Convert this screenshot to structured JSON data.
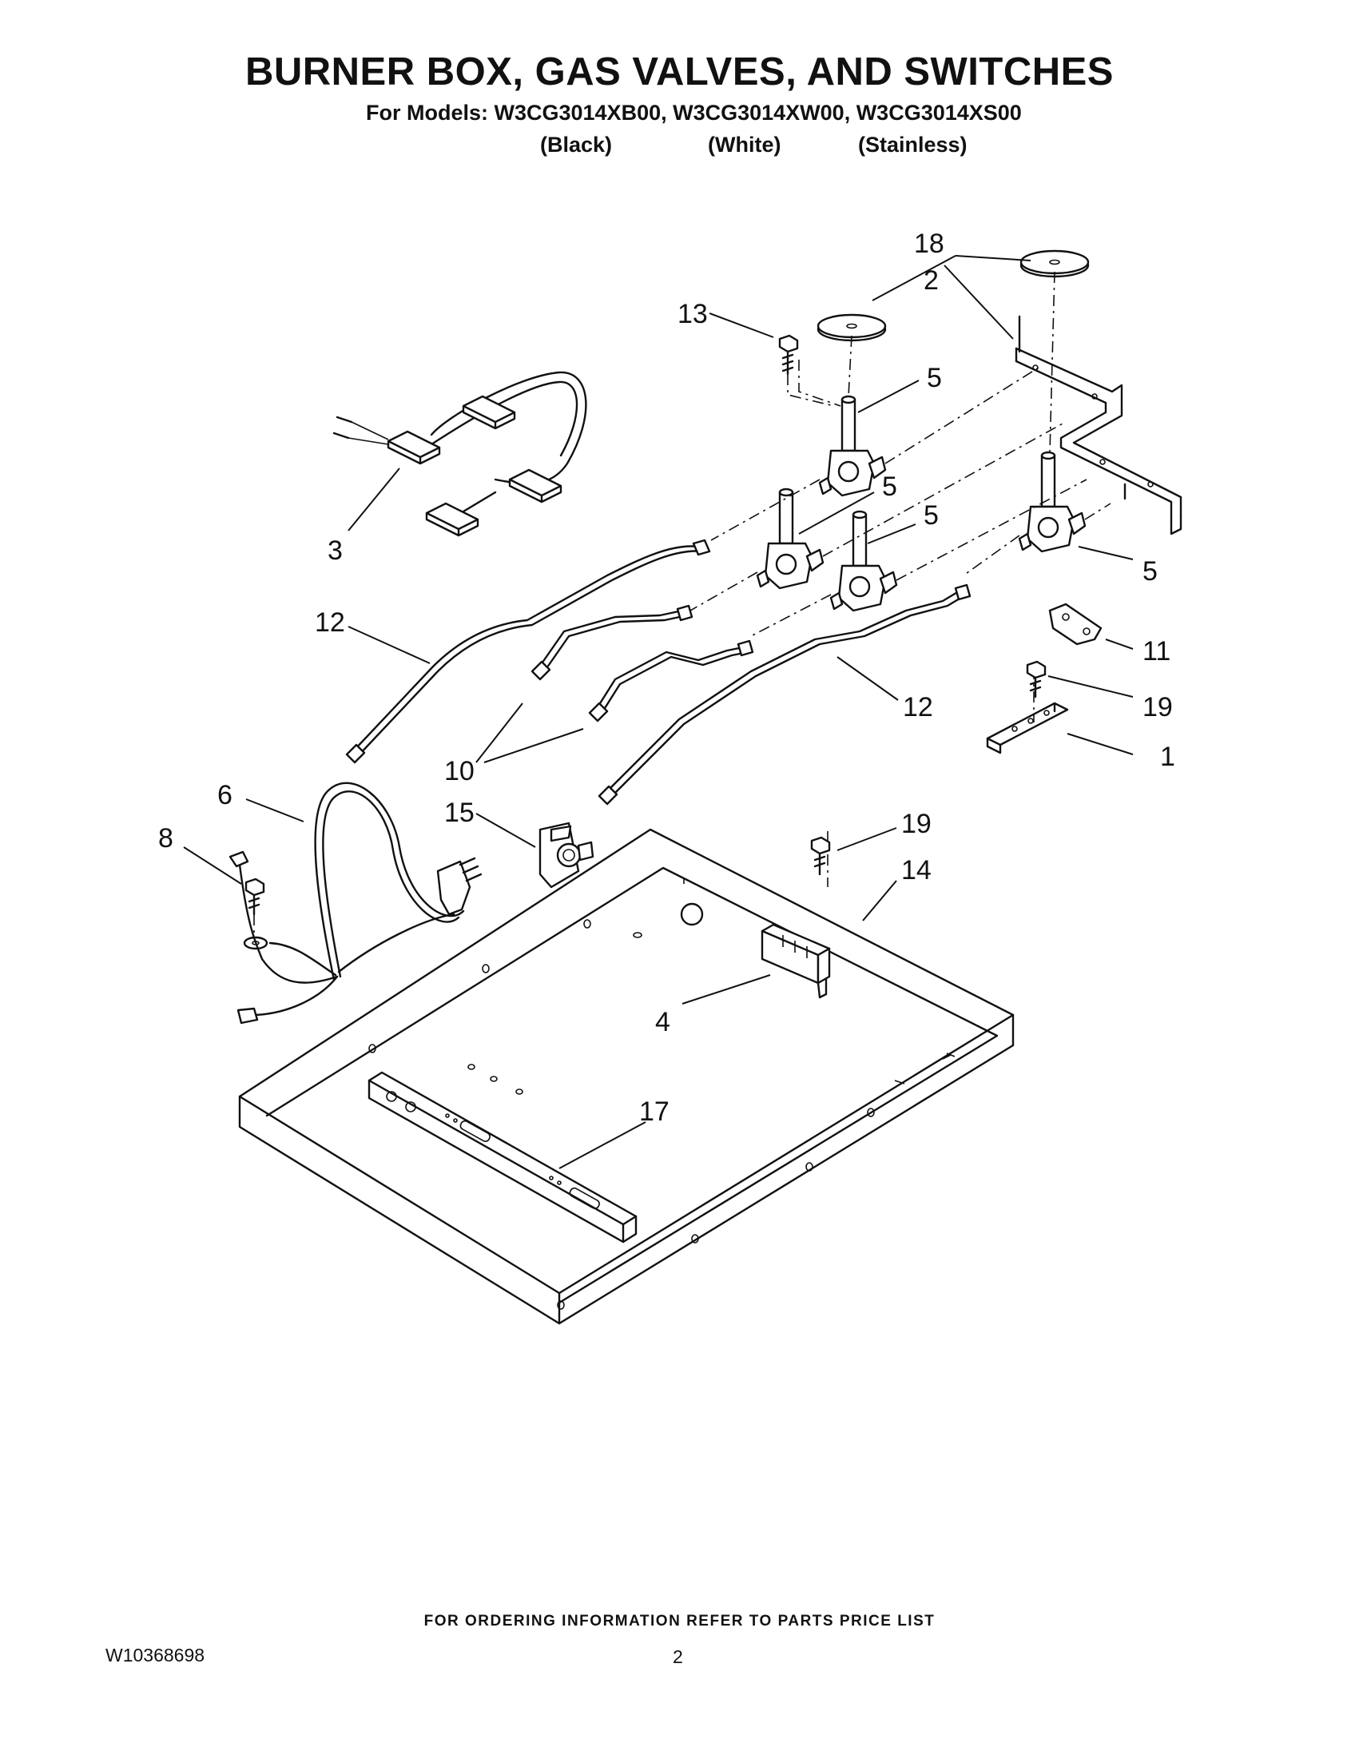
{
  "header": {
    "title": "BURNER BOX, GAS VALVES, AND SWITCHES",
    "models_line": "For Models: W3CG3014XB00, W3CG3014XW00, W3CG3014XS00",
    "variants": [
      "(Black)",
      "(White)",
      "(Stainless)"
    ]
  },
  "diagram": {
    "callouts": [
      "18",
      "2",
      "13",
      "5",
      "5",
      "5",
      "5",
      "3",
      "12",
      "11",
      "19",
      "12",
      "1",
      "10",
      "6",
      "15",
      "19",
      "8",
      "14",
      "4",
      "17"
    ]
  },
  "footer": {
    "note": "FOR ORDERING INFORMATION REFER TO PARTS PRICE LIST",
    "doc_number": "W10368698",
    "page": "2"
  }
}
